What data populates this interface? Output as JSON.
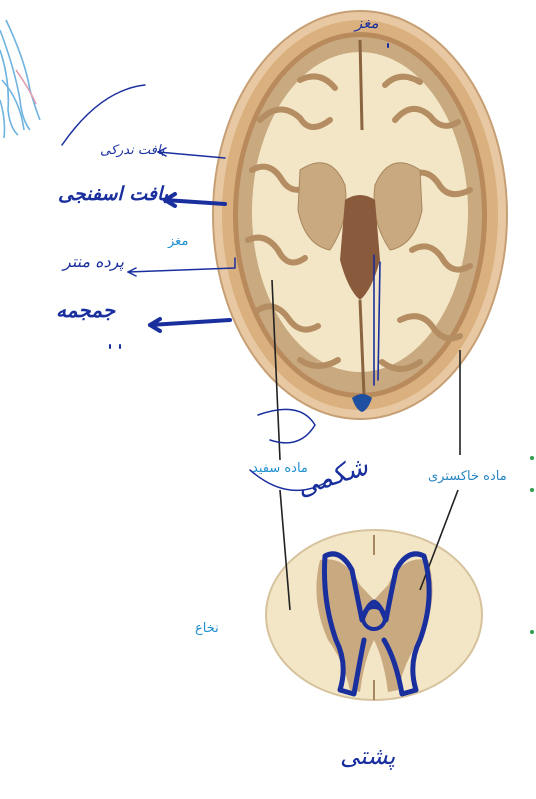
{
  "labels": {
    "brain": "مغز",
    "white_matter": "ماده سفید",
    "gray_matter": "ماده خاکستری",
    "spinal_cord": "نخاع"
  },
  "handwriting": {
    "bone_tissue": "بافت ندرکی",
    "spongy_tissue": "بافت اسفنجی",
    "membrane": "پرده منتر",
    "skull": "جمجمه",
    "top": "مغز",
    "middle": "شکمی",
    "bottom": "پشتی"
  },
  "colors": {
    "label_blue": "#1e8fd0",
    "ink_blue": "#1a2f9e",
    "bone": "#d9b58c",
    "white_matter": "#f3e6c6",
    "gray_matter": "#c9a97f"
  }
}
